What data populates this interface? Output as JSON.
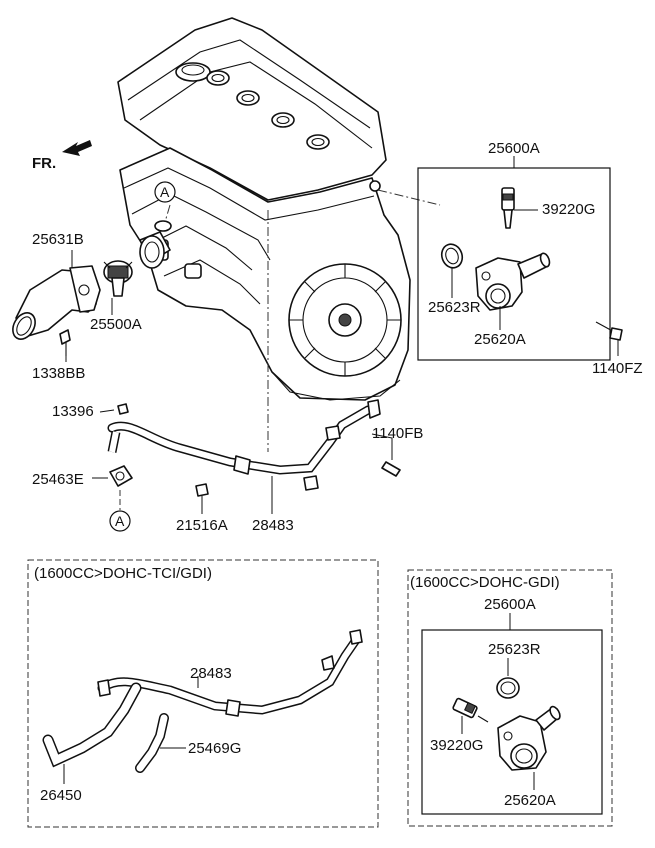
{
  "orientation": {
    "text": "FR."
  },
  "ref_marker": "A",
  "main_callouts": {
    "c25631B": "25631B",
    "c25500A": "25500A",
    "c1338BB": "1338BB",
    "c25600A": "25600A",
    "c39220G": "39220G",
    "c25623R": "25623R",
    "c25620A": "25620A",
    "c1140FZ": "1140FZ",
    "c13396": "13396",
    "c1140FB": "1140FB",
    "c25463E": "25463E",
    "c21516A": "21516A",
    "c28483": "28483"
  },
  "variant_tci": {
    "heading": "(1600CC>DOHC-TCI/GDI)",
    "c28483": "28483",
    "c25469G": "25469G",
    "c26450": "26450"
  },
  "variant_gdi": {
    "heading": "(1600CC>DOHC-GDI)",
    "c25600A": "25600A",
    "c25623R": "25623R",
    "c39220G": "39220G",
    "c25620A": "25620A"
  }
}
